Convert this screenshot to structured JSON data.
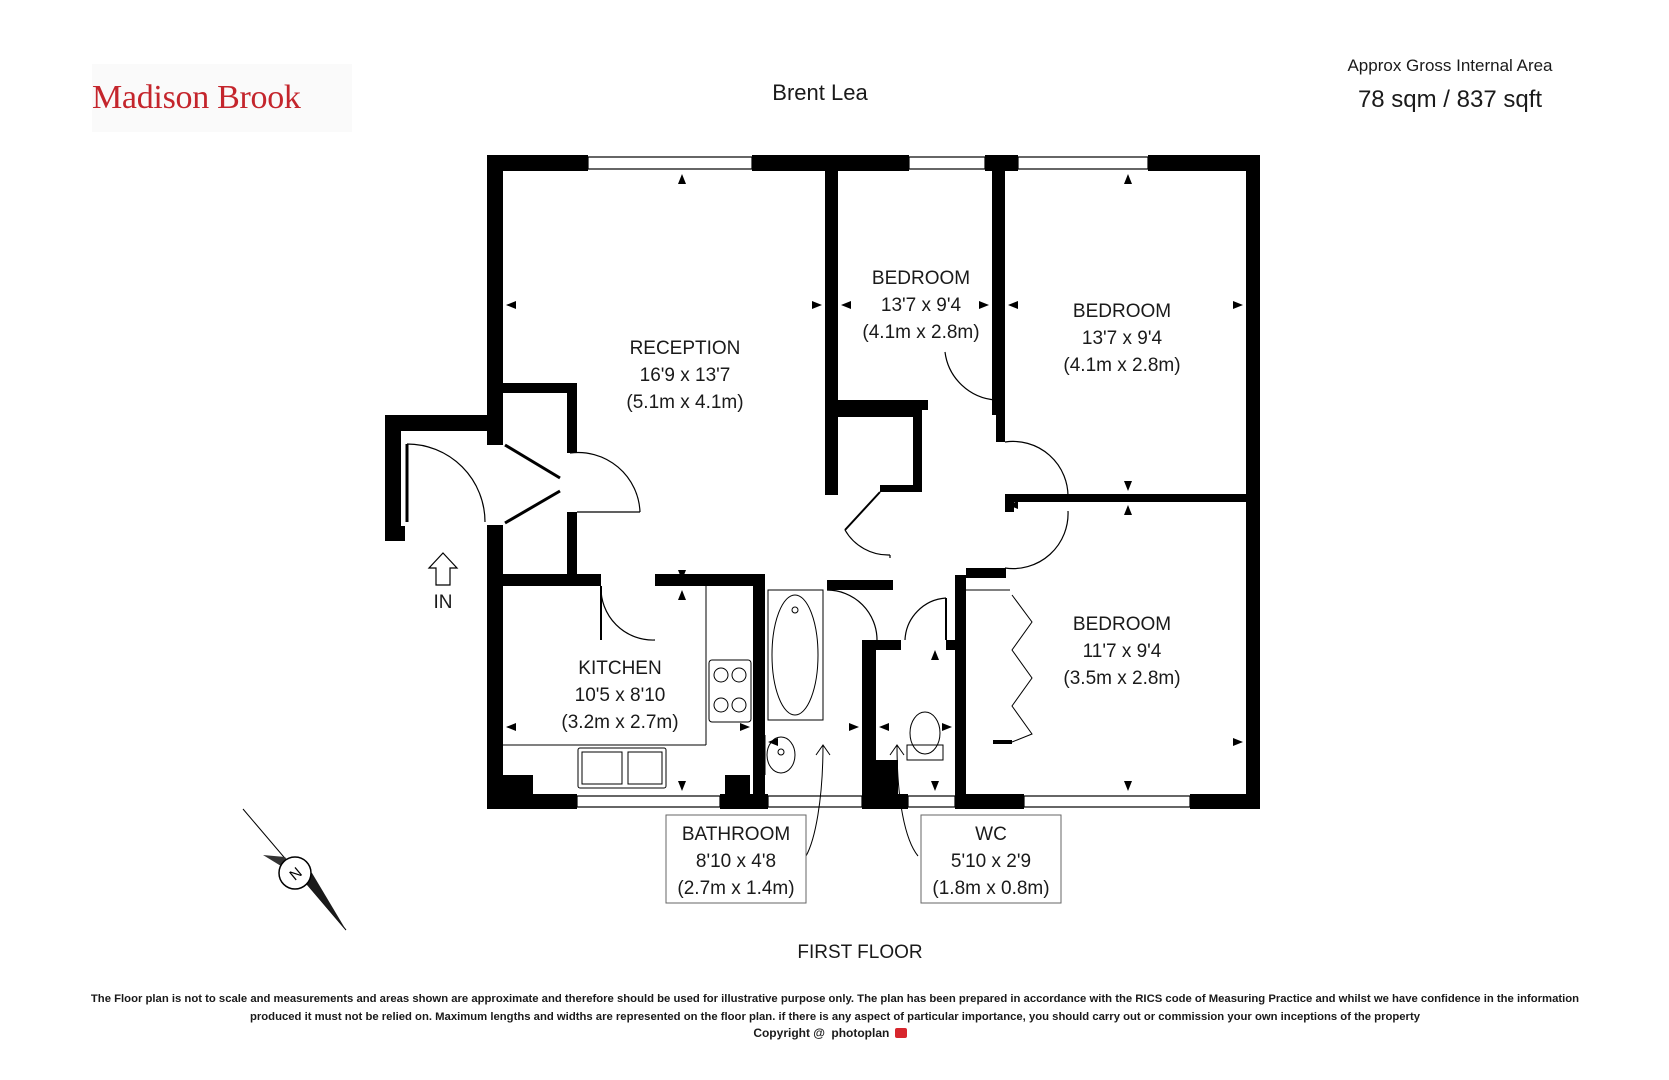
{
  "brand": {
    "logo_text": "Madison Brook",
    "logo_color": "#c4252c"
  },
  "title": "Brent Lea",
  "area": {
    "label": "Approx Gross Internal Area",
    "value": "78 sqm / 837 sqft"
  },
  "rooms": {
    "reception": {
      "name": "RECEPTION",
      "imperial": "16'9 x 13'7",
      "metric": "(5.1m x 4.1m)"
    },
    "bedroom1": {
      "name": "BEDROOM",
      "imperial": "13'7 x 9'4",
      "metric": "(4.1m x 2.8m)"
    },
    "bedroom2": {
      "name": "BEDROOM",
      "imperial": "13'7 x 9'4",
      "metric": "(4.1m x 2.8m)"
    },
    "bedroom3": {
      "name": "BEDROOM",
      "imperial": "11'7 x 9'4",
      "metric": "(3.5m x 2.8m)"
    },
    "kitchen": {
      "name": "KITCHEN",
      "imperial": "10'5 x 8'10",
      "metric": "(3.2m x 2.7m)"
    },
    "bathroom": {
      "name": "BATHROOM",
      "imperial": "8'10 x 4'8",
      "metric": "(2.7m x 1.4m)"
    },
    "wc": {
      "name": "WC",
      "imperial": "5'10 x 2'9",
      "metric": "(1.8m x 0.8m)"
    }
  },
  "entrance_label": "IN",
  "compass_label": "N",
  "floor_label": "FIRST FLOOR",
  "disclaimer": "The Floor plan is not to scale and measurements and areas shown are approximate and therefore should be used for illustrative purpose only. The plan has been prepared in accordance with the RICS code of Measuring Practice and whilst we have confidence in the information produced it must not be relied on. Maximum  lengths and widths are represented on the floor plan. if there is any aspect of particular importance, you should carry out or commission your own inceptions of the property",
  "copyright": {
    "text": "Copyright @",
    "brand": "photoplan"
  },
  "colors": {
    "wall": "#000000",
    "text": "#1a1a1a",
    "window": "#ffffff"
  }
}
